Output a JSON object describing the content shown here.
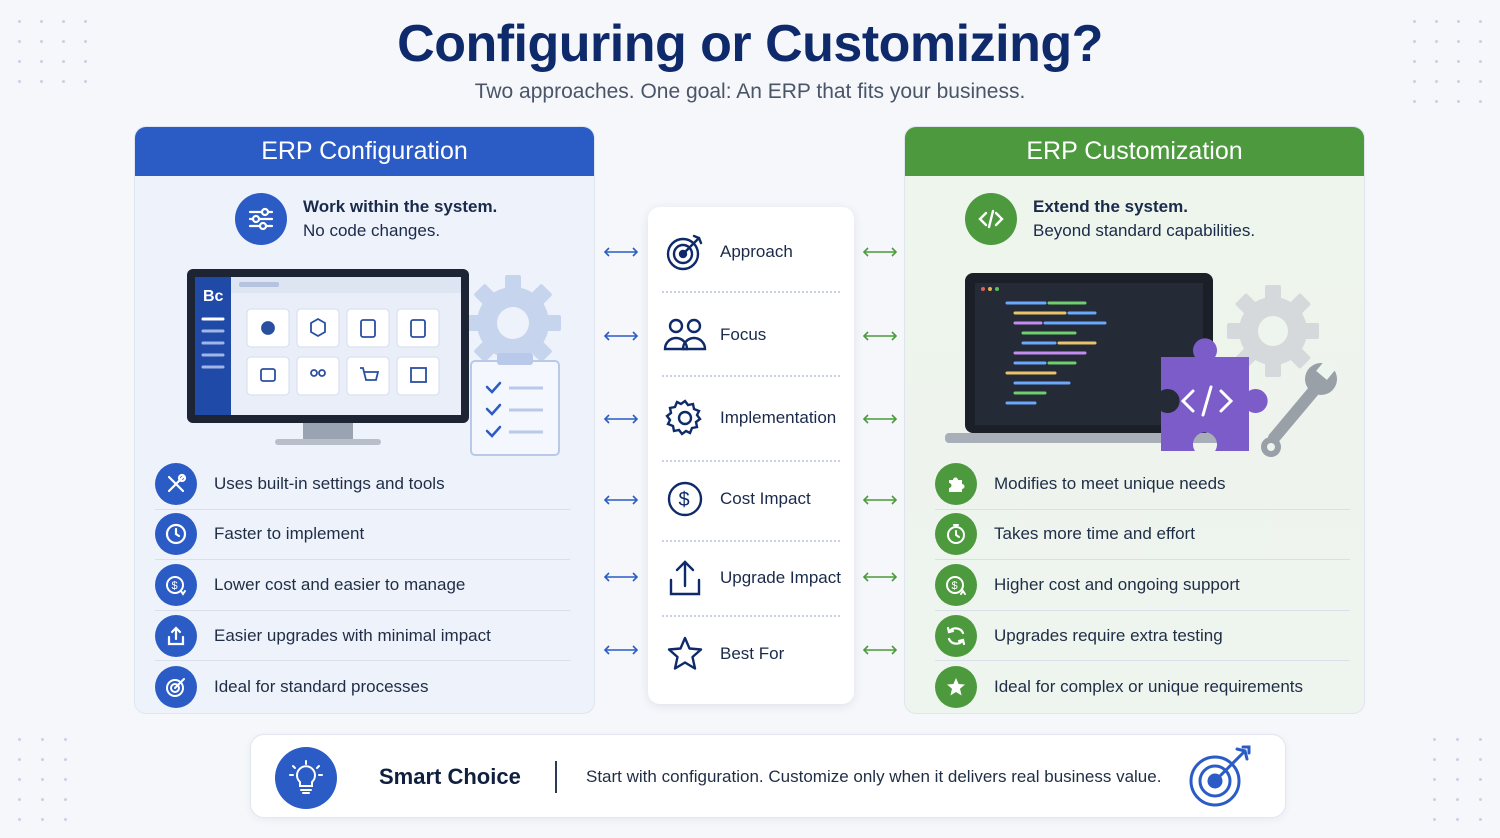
{
  "header": {
    "title": "Configuring or Customizing?",
    "subtitle": "Two approaches. One goal: An ERP that fits your business."
  },
  "left_panel": {
    "title": "ERP Configuration",
    "intro_strong": "Work within the system.",
    "intro_text": "No code changes.",
    "screen_logo": "Bc",
    "features": [
      {
        "icon": "tools-icon",
        "label": "Uses built-in settings and tools"
      },
      {
        "icon": "clock-icon",
        "label": "Faster to implement"
      },
      {
        "icon": "dollar-down-icon",
        "label": "Lower cost and easier to manage"
      },
      {
        "icon": "upload-icon",
        "label": "Easier upgrades with minimal impact"
      },
      {
        "icon": "target-icon",
        "label": "Ideal for standard processes"
      }
    ]
  },
  "right_panel": {
    "title": "ERP Customization",
    "intro_strong": "Extend the system.",
    "intro_text": "Beyond standard capabilities.",
    "features": [
      {
        "icon": "puzzle-icon",
        "label": "Modifies to meet unique needs"
      },
      {
        "icon": "stopwatch-icon",
        "label": "Takes more time and effort"
      },
      {
        "icon": "dollar-up-icon",
        "label": "Higher cost and ongoing support"
      },
      {
        "icon": "refresh-icon",
        "label": "Upgrades require extra testing"
      },
      {
        "icon": "star-icon",
        "label": "Ideal for complex or unique requirements"
      }
    ]
  },
  "criteria": [
    {
      "icon": "target-icon",
      "label": "Approach"
    },
    {
      "icon": "people-icon",
      "label": "Focus"
    },
    {
      "icon": "gear-icon",
      "label": "Implementation"
    },
    {
      "icon": "dollar-icon",
      "label": "Cost Impact"
    },
    {
      "icon": "upload-icon",
      "label": "Upgrade Impact"
    },
    {
      "icon": "star-icon",
      "label": "Best For"
    }
  ],
  "footer": {
    "title": "Smart Choice",
    "text": "Start with configuration. Customize only when it delivers real business value."
  },
  "colors": {
    "navy": "#0f2a6b",
    "config_blue": "#2b5cc6",
    "custom_green": "#4c9a3d",
    "puzzle_purple": "#7b5cc9"
  }
}
